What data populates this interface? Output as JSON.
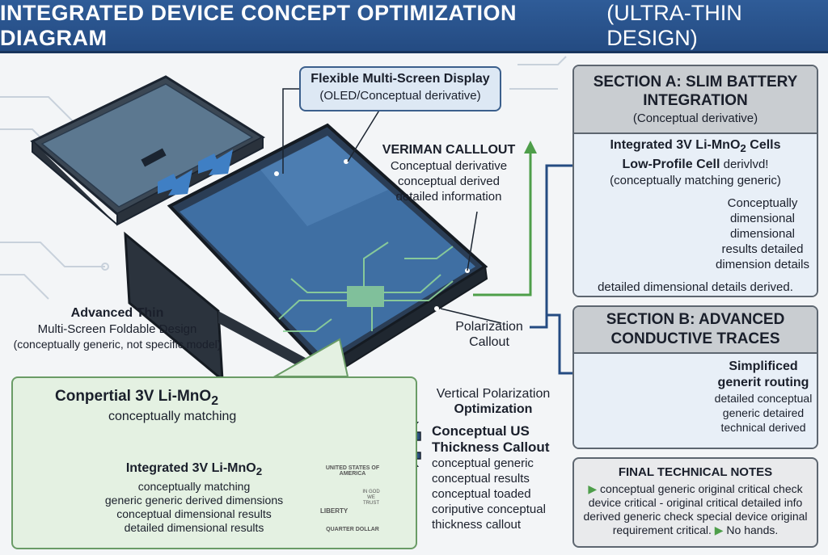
{
  "title": {
    "strong": "INTEGRATED DEVICE CONCEPT OPTIMIZATION DIAGRAM",
    "light": "(ULTRA-THIN DESIGN)"
  },
  "display_callout": {
    "line1": "Flexible Multi-Screen Display",
    "line2": "(OLED/Conceptual derivative)"
  },
  "veriman": {
    "heading": "VERIMAN CALLLOUT",
    "lines": [
      "Conceptual derivative",
      "conceptual derived",
      "detailed information"
    ]
  },
  "advanced_thin": {
    "heading": "Advanced Thin",
    "lines": [
      "Multi-Screen Foldable Design",
      "(conceptually generic, not specific model)"
    ]
  },
  "polarization": {
    "line1": "Polarization",
    "line2": "Callout"
  },
  "section_a": {
    "title_line1": "SECTION A: SLIM BATTERY",
    "title_line2": "INTEGRATION",
    "subtitle": "(Conceptual derivative)",
    "cell_line1": "Integrated 3V Li-MnO",
    "cell_sub": "2",
    "cell_line1_end": " Cells",
    "cell_line2": "Low-Profile Cell",
    "cell_line2_end": " derivlvd!",
    "cell_line3": "(conceptually matching generic)",
    "dims": [
      "Conceptually",
      "dimensional",
      "dimensional",
      "results detailed",
      "dimension details"
    ],
    "footer": "detailed dimensional details derived."
  },
  "section_b": {
    "title_line1": "SECTION B: ADVANCED",
    "title_line2": "CONDUCTIVE TRACES",
    "heading_line1": "Simplificed",
    "heading_line2": "generit routing",
    "lines": [
      "detailed conceptual",
      "generic detaired",
      "technical derived"
    ]
  },
  "notes": {
    "title": "FINAL TECHNICAL NOTES",
    "text1": " conceptual generic original critical check device critical - original critical detailed info derived generic check special device original requirement critical. ",
    "text2": " No hands."
  },
  "bottom_left": {
    "heading": "Conpertial 3V Li-MnO",
    "heading_sub": "2",
    "sub": "conceptually matching",
    "integrated": "Integrated 3V Li-MnO",
    "integrated_sub": "2",
    "lines": [
      "conceptually matching",
      "generic generic derived dimensions",
      "conceptual dimensional results",
      "detailed dimensional results"
    ]
  },
  "vertical_polarization": {
    "line1": "Vertical Polarization",
    "line2": "Optimization"
  },
  "thickness": {
    "heading1": "Conceptual US",
    "heading2": "Thickness Callout",
    "lines": [
      "conceptual generic",
      "conceptual results",
      "conceptual toaded",
      "coriputive conceptual",
      "thickness callout"
    ]
  },
  "coin": {
    "top": "UNITED STATES OF AMERICA",
    "liberty": "LIBERTY",
    "trust": "IN GOD WE TRUST",
    "bottom": "QUARTER DOLLAR"
  },
  "colors": {
    "title_bg": "#2f5c98",
    "accent_green": "#4e9e4a",
    "screen_blue": "#2b5a8f",
    "panel_blue": "#e8eff7"
  }
}
